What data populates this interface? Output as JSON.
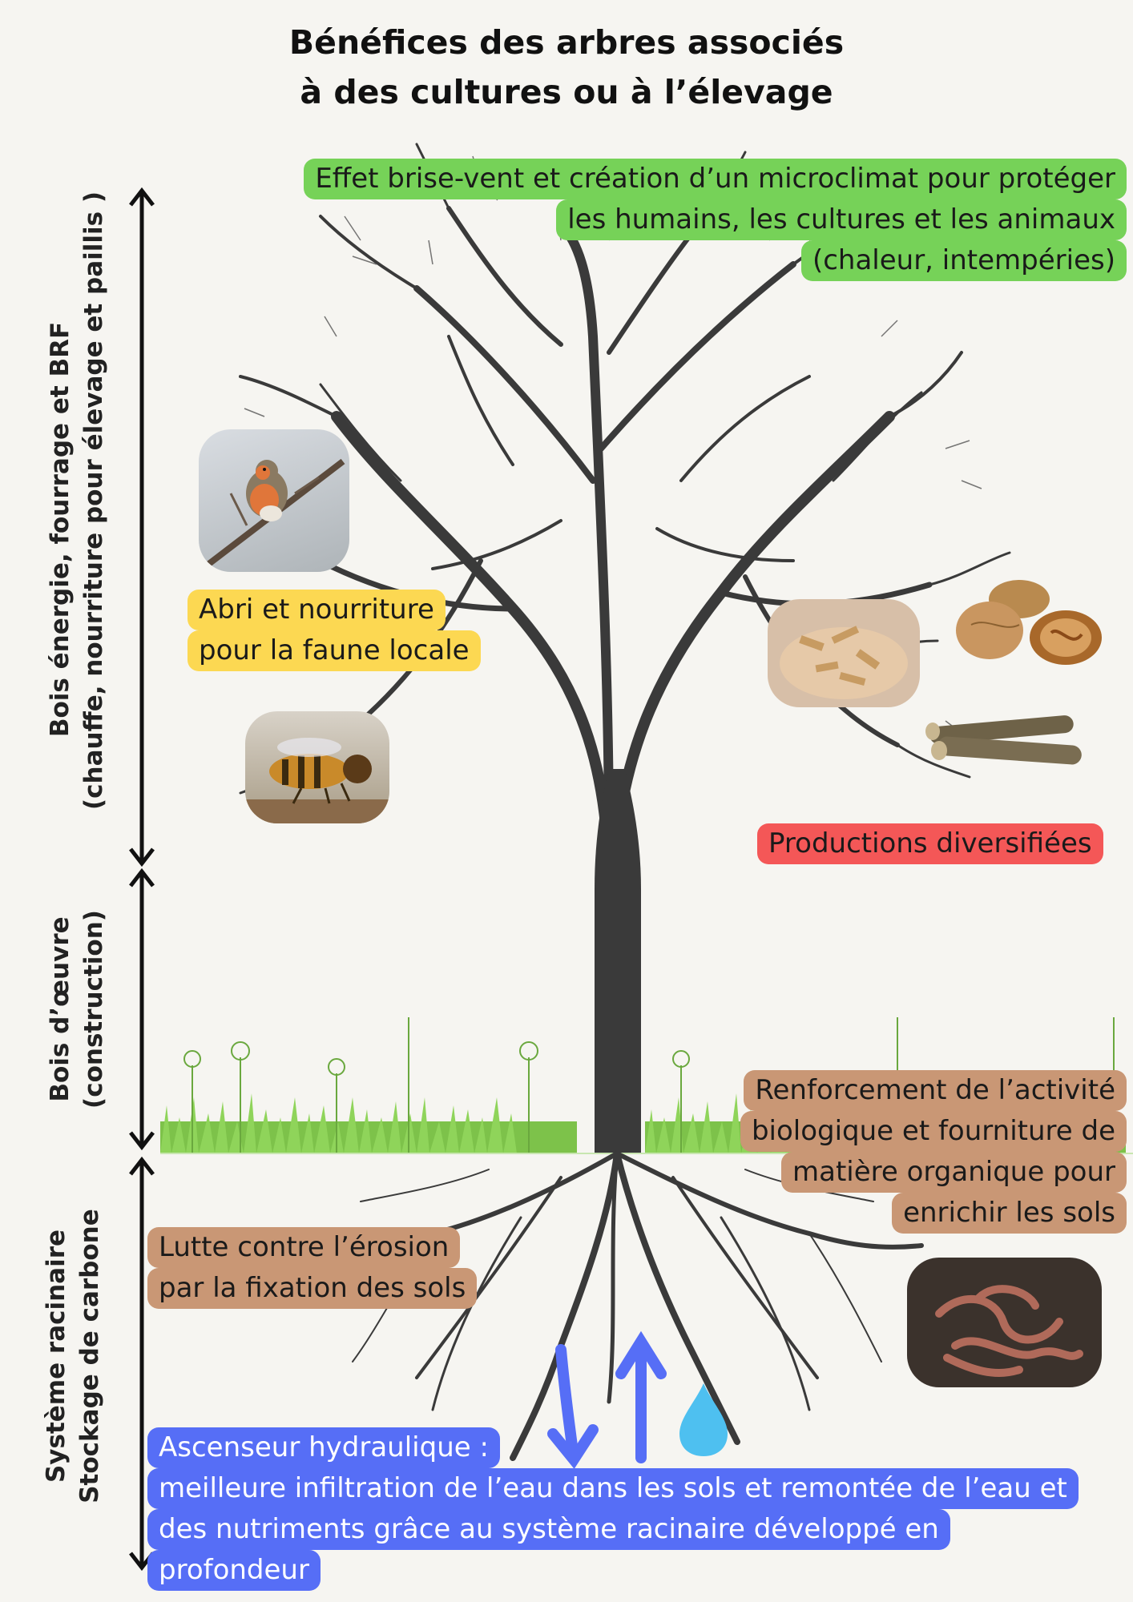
{
  "title": {
    "line1": "Bénéfices des arbres associés",
    "line2": "à des cultures ou à l’élevage"
  },
  "side_labels": {
    "top": {
      "line1": "Bois énergie, fourrage et BRF",
      "line2": "(chauffe, nourriture pour élevage et paillis )"
    },
    "middle": {
      "line1": "Bois d’œuvre",
      "line2": "(construction)"
    },
    "bottom": {
      "line1": "Système racinaire",
      "line2": "Stockage de carbone"
    }
  },
  "benefits": {
    "windbreak": {
      "line1": "Effet brise-vent et création d’un microclimat pour protéger",
      "line2": "les humains, les cultures et les animaux",
      "line3": "(chaleur, intempéries)",
      "color": "#76d258"
    },
    "fauna": {
      "line1": "Abri et nourriture",
      "line2": "pour la faune locale",
      "color": "#fcd852"
    },
    "productions": {
      "line1": "Productions diversifiées",
      "color": "#f45757"
    },
    "soil_biology": {
      "line1": "Renforcement de l’activité",
      "line2": "biologique et fourniture de",
      "line3": "matière organique pour",
      "line4": "enrichir les sols",
      "color": "#c99775"
    },
    "erosion": {
      "line1": "Lutte contre l’érosion",
      "line2": "par la fixation des sols",
      "color": "#c99775"
    },
    "hydraulic": {
      "line1": "Ascenseur hydraulique :",
      "line2": "meilleure infiltration de l’eau dans les sols et remontée de l’eau et",
      "line3": "des nutriments grâce au système racinaire développé en",
      "line4": "profondeur",
      "color": "#566ef6"
    }
  },
  "photos": [
    "robin",
    "bee",
    "wood-chips",
    "walnuts",
    "logs",
    "earthworms"
  ]
}
